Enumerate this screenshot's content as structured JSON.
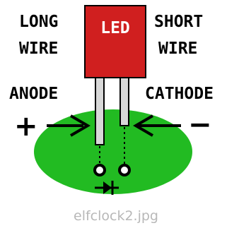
{
  "labels": {
    "long_wire_line1": "LONG",
    "long_wire_line2": "WIRE",
    "short_wire_line1": "SHORT",
    "short_wire_line2": "WIRE",
    "anode": "ANODE",
    "cathode": "CATHODE",
    "plus": "+",
    "minus": "−",
    "led": "LED"
  },
  "caption": "elfclock2.jpg",
  "colors": {
    "led_body": "#d01f1f",
    "led_text": "#ffffff",
    "board": "#22bb22",
    "leads": "#d8d8d8",
    "text": "#000000",
    "caption": "#b8b8b8"
  },
  "icons": {
    "anode_arrow": "arrow-right-icon",
    "cathode_arrow": "arrow-left-icon",
    "diode_symbol": "diode-icon"
  }
}
